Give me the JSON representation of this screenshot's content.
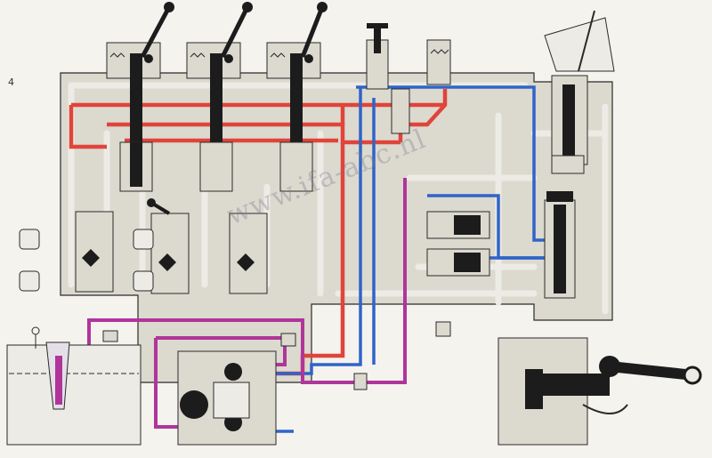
{
  "figure": {
    "page_number": "4",
    "watermark_text": "www.ifa-abc.nl"
  },
  "colors": {
    "background": "#f4f3ee",
    "body_fill": "#dcd9cf",
    "duct_fill": "#ecebe5",
    "outline": "#2a2a2a",
    "red_line": "#e0443a",
    "blue_line": "#2f64c8",
    "magenta_line": "#b0359a",
    "dark_part": "#1c1c1c",
    "fluid": "#c8c6c0"
  },
  "components": {
    "control_levers": 5,
    "control_valves": 3,
    "tank": "oil-tank",
    "pump": "gear-pump",
    "lift_arm": "hydraulic-lift-arm"
  }
}
